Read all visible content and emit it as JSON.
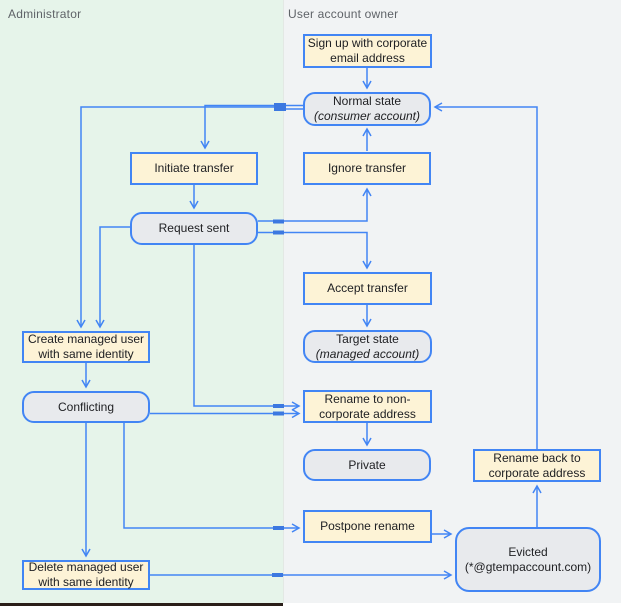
{
  "lanes": [
    {
      "id": "administrator",
      "label": "Administrator"
    },
    {
      "id": "user-account-owner",
      "label": "User account owner"
    }
  ],
  "colors": {
    "lane_admin_bg": "#e6f4ea",
    "lane_owner_bg": "#f1f3f4",
    "lane_label_text": "#5f6368",
    "action_fill": "#fdf3d6",
    "state_fill": "#e8eaed",
    "edge_blue": "#4285f4",
    "junction_blue": "#3c78e0",
    "node_text": "#202124"
  },
  "nodes": [
    {
      "id": "sign-up",
      "type": "action",
      "lane": "user-account-owner",
      "lines": [
        "Sign up with corporate",
        "email address"
      ]
    },
    {
      "id": "normal-state",
      "type": "state",
      "lane": "user-account-owner",
      "lines": [
        "Normal state",
        "(consumer account)"
      ]
    },
    {
      "id": "initiate-transfer",
      "type": "action",
      "lane": "administrator",
      "lines": [
        "Initiate transfer"
      ]
    },
    {
      "id": "ignore-transfer",
      "type": "action",
      "lane": "user-account-owner",
      "lines": [
        "Ignore transfer"
      ]
    },
    {
      "id": "request-sent",
      "type": "state",
      "lane": "administrator",
      "lines": [
        "Request sent"
      ]
    },
    {
      "id": "accept-transfer",
      "type": "action",
      "lane": "user-account-owner",
      "lines": [
        "Accept transfer"
      ]
    },
    {
      "id": "target-state",
      "type": "state",
      "lane": "user-account-owner",
      "lines": [
        "Target state",
        "(managed account)"
      ]
    },
    {
      "id": "create-managed-user",
      "type": "action",
      "lane": "administrator",
      "lines": [
        "Create managed user",
        "with same identity"
      ]
    },
    {
      "id": "conflicting",
      "type": "state",
      "lane": "administrator",
      "lines": [
        "Conflicting"
      ]
    },
    {
      "id": "rename-non-corporate",
      "type": "action",
      "lane": "user-account-owner",
      "lines": [
        "Rename to non-",
        "corporate address"
      ]
    },
    {
      "id": "private",
      "type": "state",
      "lane": "user-account-owner",
      "lines": [
        "Private"
      ]
    },
    {
      "id": "rename-back",
      "type": "action",
      "lane": "user-account-owner",
      "lines": [
        "Rename back to",
        "corporate address"
      ]
    },
    {
      "id": "postpone-rename",
      "type": "action",
      "lane": "user-account-owner",
      "lines": [
        "Postpone rename"
      ]
    },
    {
      "id": "evicted",
      "type": "state",
      "lane": "user-account-owner",
      "lines": [
        "Evicted",
        "(*@gtempaccount.com)"
      ]
    },
    {
      "id": "delete-managed-user",
      "type": "action",
      "lane": "administrator",
      "lines": [
        "Delete managed user",
        "with same identity"
      ]
    }
  ],
  "edges": [
    {
      "from": "sign-up",
      "to": "normal-state"
    },
    {
      "from": "normal-state",
      "to": "initiate-transfer"
    },
    {
      "from": "normal-state",
      "to": "create-managed-user"
    },
    {
      "from": "initiate-transfer",
      "to": "request-sent"
    },
    {
      "from": "request-sent",
      "to": "ignore-transfer"
    },
    {
      "from": "ignore-transfer",
      "to": "normal-state"
    },
    {
      "from": "request-sent",
      "to": "accept-transfer"
    },
    {
      "from": "accept-transfer",
      "to": "target-state"
    },
    {
      "from": "request-sent",
      "to": "create-managed-user"
    },
    {
      "from": "request-sent",
      "to": "rename-non-corporate"
    },
    {
      "from": "create-managed-user",
      "to": "conflicting"
    },
    {
      "from": "conflicting",
      "to": "rename-non-corporate"
    },
    {
      "from": "conflicting",
      "to": "postpone-rename"
    },
    {
      "from": "conflicting",
      "to": "delete-managed-user"
    },
    {
      "from": "rename-non-corporate",
      "to": "private"
    },
    {
      "from": "postpone-rename",
      "to": "evicted"
    },
    {
      "from": "delete-managed-user",
      "to": "evicted"
    },
    {
      "from": "evicted",
      "to": "rename-back"
    },
    {
      "from": "rename-back",
      "to": "normal-state"
    }
  ]
}
